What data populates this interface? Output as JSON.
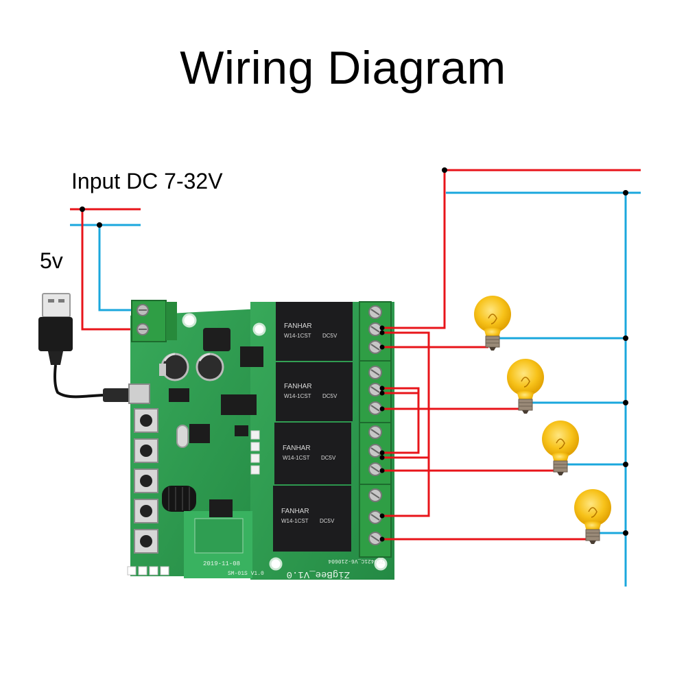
{
  "title": "Wiring Diagram",
  "input_label": "Input DC 7-32V",
  "power_label": "5v",
  "board": {
    "relay_brand": "FANHAR",
    "relay_model": "W14-1CST",
    "relay_voltage": "DC5V",
    "board_name": "ZigBee_V1.0",
    "board_code": "750421C_V6-210604",
    "module_label": "SM-01S V1.0",
    "date_label": "2019-11-08"
  },
  "colors": {
    "live": "#e8141a",
    "neutral": "#1aa7dd",
    "pcb": "#2e9b4e",
    "relay": "#1c1c1e",
    "terminal": "#2f9e45",
    "bulb": "#f4b400"
  },
  "relays": [
    {
      "id": "relay-1"
    },
    {
      "id": "relay-2"
    },
    {
      "id": "relay-3"
    },
    {
      "id": "relay-4"
    }
  ],
  "loads": [
    {
      "id": "lamp-1"
    },
    {
      "id": "lamp-2"
    },
    {
      "id": "lamp-3"
    },
    {
      "id": "lamp-4"
    }
  ]
}
